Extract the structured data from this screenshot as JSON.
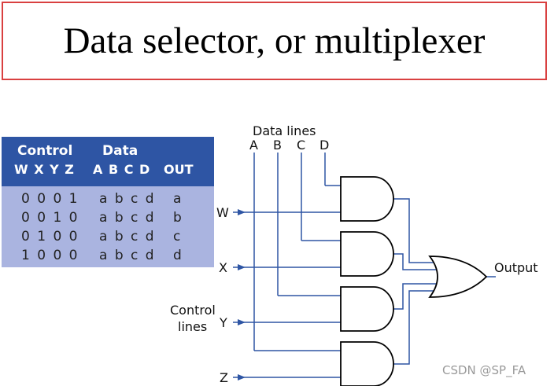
{
  "title": "Data selector, or multiplexer",
  "table": {
    "header_row1": {
      "control": "Control",
      "data": "Data"
    },
    "header_row2": {
      "control": "W X Y Z",
      "data": "A B C D",
      "out": "OUT"
    },
    "rows": [
      {
        "control": "0 0 0 1",
        "data": "a b c d",
        "out": "a"
      },
      {
        "control": "0 0 1 0",
        "data": "a b c d",
        "out": "b"
      },
      {
        "control": "0 1 0 0",
        "data": "a b c d",
        "out": "c"
      },
      {
        "control": "1 0 0 0",
        "data": "a b c d",
        "out": "d"
      }
    ]
  },
  "diagram": {
    "data_lines_label": "Data lines",
    "data_inputs": [
      "A",
      "B",
      "C",
      "D"
    ],
    "control_inputs": [
      "W",
      "X",
      "Y",
      "Z"
    ],
    "control_lines_label_1": "Control",
    "control_lines_label_2": "lines",
    "output_label": "Output"
  },
  "watermark": "CSDN @SP_FA",
  "colors": {
    "wire": "#2e55a4",
    "title_border": "#d94040",
    "table_header": "#2e55a4",
    "table_body": "#aab4e0"
  }
}
